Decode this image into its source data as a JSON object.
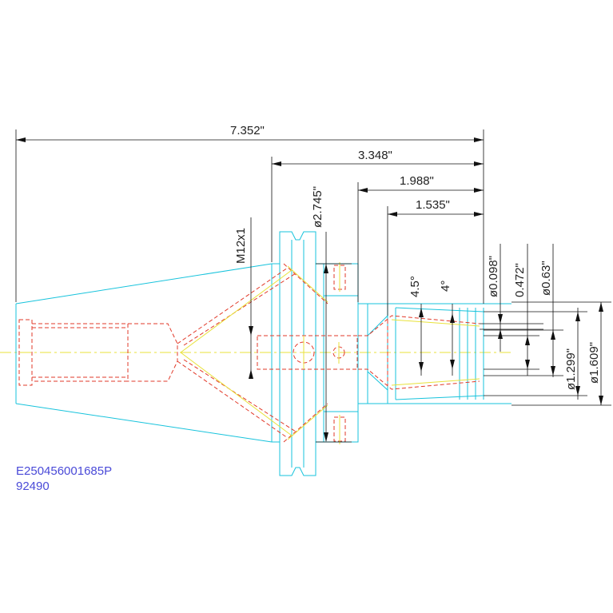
{
  "dimensions": {
    "overall_length": "7.352\"",
    "flange_length": "3.348\"",
    "nose_length": "1.988\"",
    "bore_depth": "1.535\"",
    "flange_diameter": "ø2.745\"",
    "thread": "M12x1",
    "angle_outer": "4.5°",
    "angle_inner": "4°",
    "dia_small": "ø0.098\"",
    "dia_bore": "0.472\"",
    "dia_063": "ø0.63\"",
    "dia_1299": "ø1.299\"",
    "dia_1609": "ø1.609\""
  },
  "part_info": {
    "part_number": "E250456001685P",
    "code": "92490"
  },
  "colors": {
    "outline": "#17c3dc",
    "hidden": "#e23a2a",
    "center": "#e8e23a",
    "dimension": "#111111",
    "part_text": "#4a4ad8"
  }
}
